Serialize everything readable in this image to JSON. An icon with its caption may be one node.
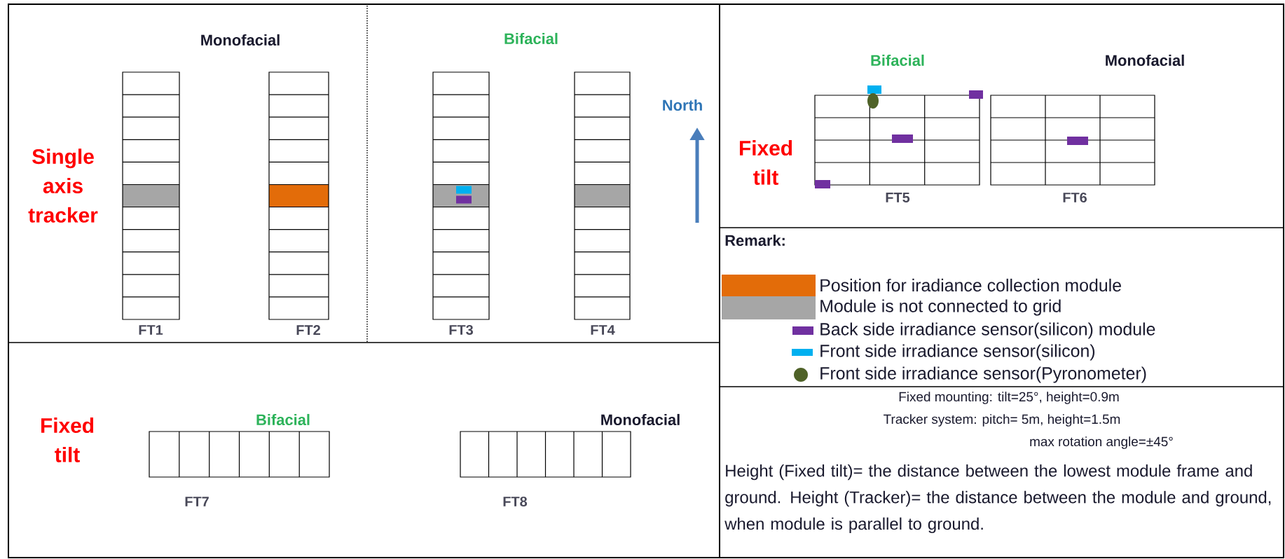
{
  "diagram": {
    "nodes": [
      {
        "text": [],
        "shape": "box",
        "beside": [
          "FT1"
        ]
      },
      {
        "text": [],
        "shape": "box",
        "beside": [
          "FT2"
        ]
      },
      {
        "text": [],
        "shape": "box",
        "beside": [
          "FT3"
        ]
      },
      {
        "text": [],
        "shape": "box",
        "beside": [
          "FT4"
        ]
      },
      {
        "text": [],
        "shape": "box",
        "beside": [
          "FT5"
        ]
      },
      {
        "text": [],
        "shape": "box",
        "beside": [
          "FT6"
        ]
      },
      {
        "text": [],
        "shape": "box",
        "beside": [
          "FT7"
        ]
      },
      {
        "text": [],
        "shape": "box",
        "beside": [
          "FT8"
        ]
      }
    ],
    "edges": [],
    "labels": [
      "Monofacial",
      "Bifacial",
      "Bifacial",
      "Monofacial",
      "North",
      "Single axis tracker",
      "Fixed tilt",
      "Remark:",
      "Fixed tilt",
      "Bifacial",
      "Monofacial",
      "Fixed mounting:  tilt=25°,  height=0.9m",
      "Tracker system:  pitch= 5m,  height=1.5m",
      "max rotation angle=±45°",
      "Height (Fixed tilt)= the distance between the lowest module frame and ground. Height (Tracker)= the distance between the module and ground, when module is parallel to ground."
    ],
    "legend": [
      {
        "text": "Position for iradiance collection module",
        "color": "#e36c09"
      },
      {
        "text": "Module is not connected to grid",
        "color": "#a6a6a6"
      },
      {
        "text": "Back side irradiance sensor(silicon) module",
        "color": "#7030a0"
      },
      {
        "text": "Front side irradiance sensor(silicon)",
        "color": "#00b0f0"
      },
      {
        "text": "Front side irradiance sensor(Pyronometer)",
        "color": "#4f6228"
      }
    ]
  }
}
